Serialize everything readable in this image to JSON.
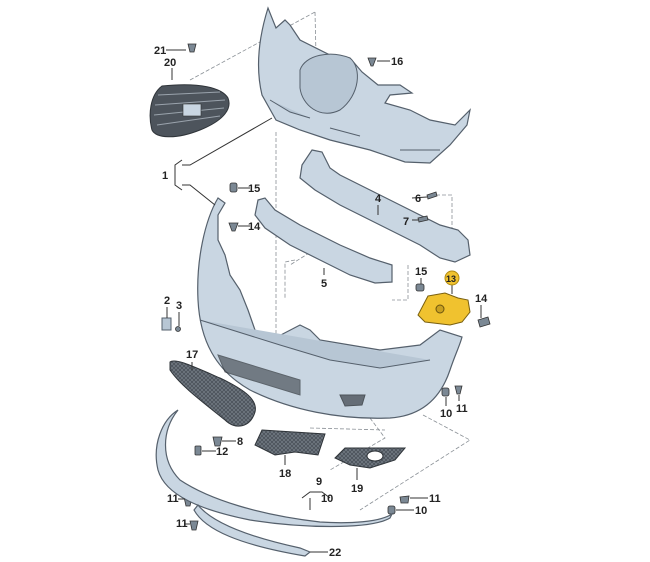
{
  "diagram": {
    "title": "Front bumper exploded parts view",
    "highlight_color": "#f0c22f",
    "part_color": "#c9d6e2",
    "labels": {
      "p21": "21",
      "p20": "20",
      "p16": "16",
      "p1": "1",
      "p15a": "15",
      "p14a": "14",
      "p4": "4",
      "p6": "6",
      "p7": "7",
      "p5": "5",
      "p15b": "15",
      "p13": "13",
      "p14b": "14",
      "p2": "2",
      "p3": "3",
      "p17": "17",
      "p10a": "10",
      "p11a": "11",
      "p8": "8",
      "p12": "12",
      "p18": "18",
      "p19": "19",
      "p9": "9",
      "p10b": "10",
      "p11b": "11",
      "p11c": "11",
      "p10c": "10",
      "p11d": "11",
      "p22": "22"
    }
  }
}
